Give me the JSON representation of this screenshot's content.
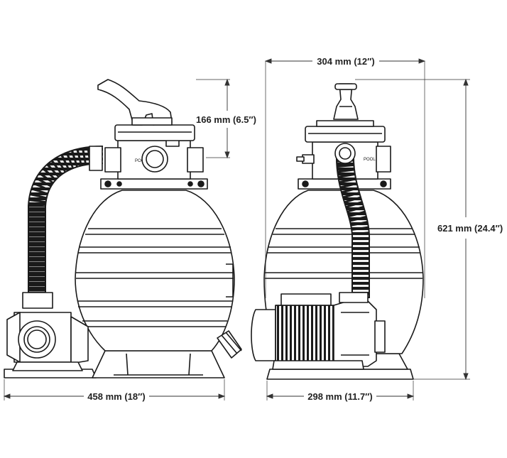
{
  "diagram": {
    "views": [
      {
        "name": "side-view",
        "description_label": ""
      },
      {
        "name": "front-view",
        "description_label": ""
      }
    ],
    "dimensions": {
      "top_width": "304 mm (12″)",
      "valve_height": "166 mm (6.5″)",
      "total_height": "621 mm (24.4″)",
      "side_base_width": "458 mm (18″)",
      "front_base_width": "298 mm (11.7″)"
    },
    "labels": {
      "pool_left": "POOL",
      "pool_right": "POOL"
    },
    "colors": {
      "stroke": "#1a1a1a",
      "fill": "#ffffff",
      "dim_line": "#333333"
    }
  }
}
